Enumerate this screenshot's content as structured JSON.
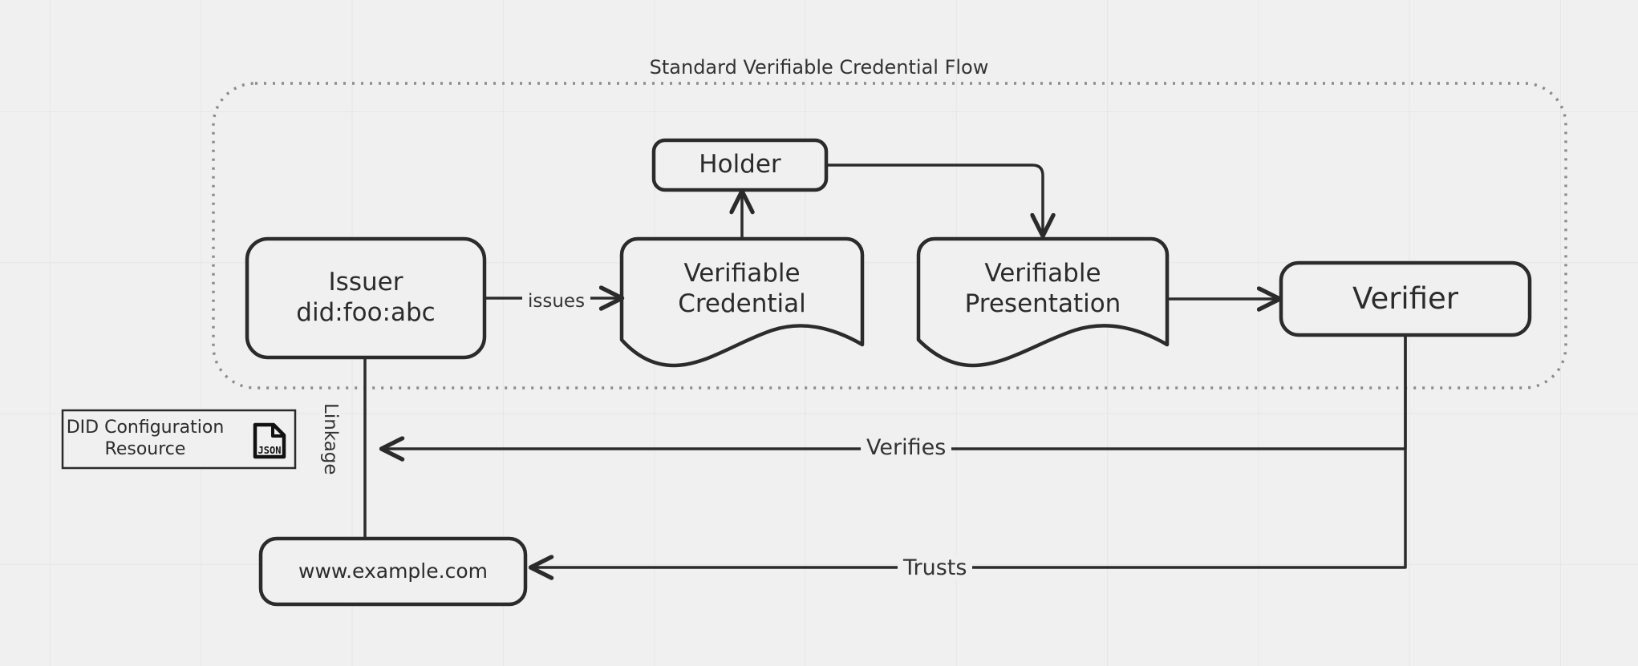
{
  "diagram": {
    "title": "Standard Verifiable Credential Flow",
    "background_color": "#f0f0f0",
    "grid_color": "#e6e6e6",
    "stroke_color": "#2b2b2b",
    "group_border_color": "#8c8c8c",
    "text_color": "#333333"
  },
  "group": {
    "label": "Standard Verifiable Credential Flow",
    "border_style": "dotted"
  },
  "nodes": {
    "issuer": {
      "label": "Issuer\ndid:foo:abc",
      "shape": "rounded-rectangle"
    },
    "holder": {
      "label": "Holder",
      "shape": "rounded-rectangle"
    },
    "verifiable_credential": {
      "label": "Verifiable\nCredential",
      "shape": "document"
    },
    "verifiable_presentation": {
      "label": "Verifiable\nPresentation",
      "shape": "document"
    },
    "verifier": {
      "label": "Verifier",
      "shape": "rounded-rectangle"
    },
    "did_configuration_resource": {
      "label": "DID Configuration\nResource",
      "shape": "rectangle",
      "icon": "json-file-icon",
      "icon_label": "JSON"
    },
    "website": {
      "label": "www.example.com",
      "shape": "rounded-rectangle"
    }
  },
  "edges": {
    "issues": {
      "label": "issues",
      "from": "issuer",
      "to": "verifiable_credential"
    },
    "vc_to_holder": {
      "label": "",
      "from": "verifiable_credential",
      "to": "holder"
    },
    "holder_to_vp": {
      "label": "",
      "from": "holder",
      "to": "verifiable_presentation"
    },
    "vp_to_verifier": {
      "label": "",
      "from": "verifiable_presentation",
      "to": "verifier"
    },
    "verifies": {
      "label": "Verifies",
      "from": "verifier",
      "to": "did_configuration_resource"
    },
    "trusts": {
      "label": "Trusts",
      "from": "verifier",
      "to": "website"
    },
    "linkage": {
      "label": "Linkage",
      "from": "issuer",
      "to": "website"
    }
  }
}
